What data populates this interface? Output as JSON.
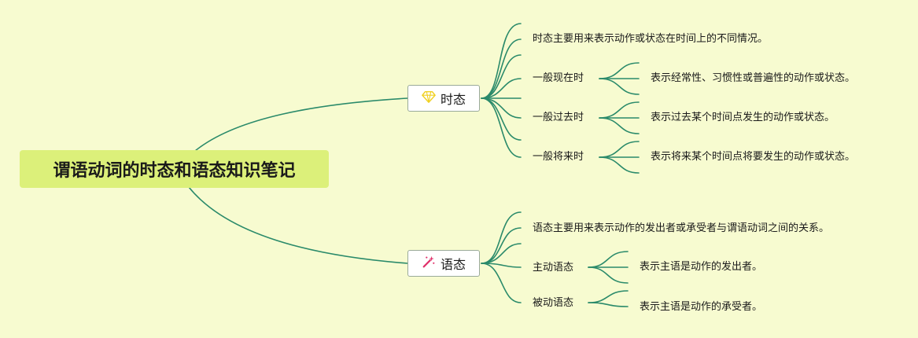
{
  "root": {
    "title": "谓语动词的时态和语态知识笔记"
  },
  "branches": [
    {
      "label": "时态",
      "icon": "diamond-icon",
      "definition": "时态主要用来表示动作或状态在时间上的不同情况。",
      "items": [
        {
          "label": "一般现在时",
          "desc": "表示经常性、习惯性或普遍性的动作或状态。"
        },
        {
          "label": "一般过去时",
          "desc": "表示过去某个时间点发生的动作或状态。"
        },
        {
          "label": "一般将来时",
          "desc": "表示将来某个时间点将要发生的动作或状态。"
        }
      ]
    },
    {
      "label": "语态",
      "icon": "magic-wand-icon",
      "definition": "语态主要用来表示动作的发出者或承受者与谓语动词之间的关系。",
      "items": [
        {
          "label": "主动语态",
          "desc": "表示主语是动作的发出者。"
        },
        {
          "label": "被动语态",
          "desc": "表示主语是动作的承受者。"
        }
      ]
    }
  ],
  "colors": {
    "background": "#f7fbd0",
    "root_fill": "#dcf07a",
    "line": "#2a8a6a",
    "diamond": "#f0d020",
    "wand": "#e0306a"
  }
}
